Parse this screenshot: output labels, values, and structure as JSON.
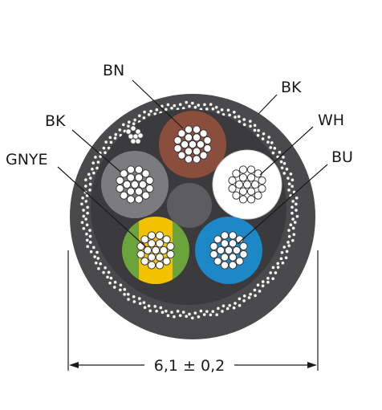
{
  "labels": {
    "bn": "BN",
    "bk_top": "BK",
    "bk_left": "BK",
    "wh": "WH",
    "gnye": "GNYE",
    "bu": "BU"
  },
  "dimension": {
    "text": "6,1 ± 0,2"
  },
  "colors": {
    "jacket": "#4a4a4c",
    "inner_dark": "#3b3b3d",
    "brown": "#8a4e3c",
    "grey": "#7c7c7e",
    "white": "#ffffff",
    "green": "#6aa43a",
    "yellow": "#f2c200",
    "blue": "#1c88c8",
    "filler": "#5d5d5f"
  }
}
